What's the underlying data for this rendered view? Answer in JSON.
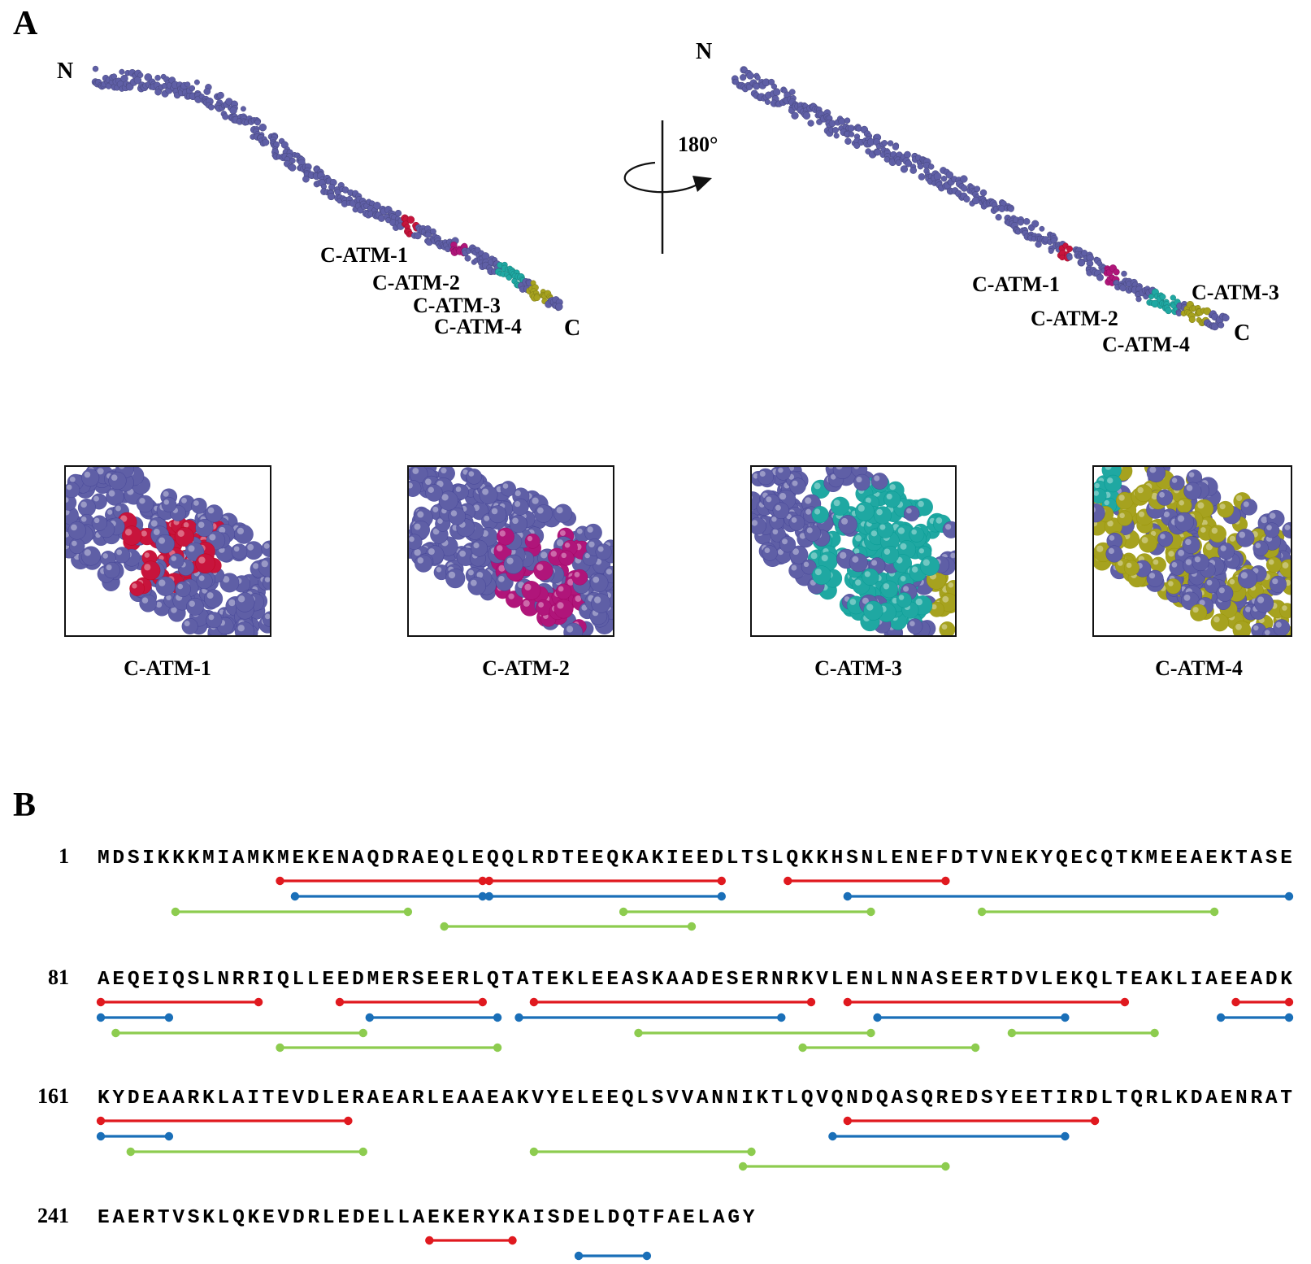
{
  "panelA": {
    "letter": "A",
    "left_view": {
      "n_label": "N",
      "c_label": "C",
      "region_labels": [
        "C-ATM-1",
        "C-ATM-2",
        "C-ATM-3",
        "C-ATM-4"
      ]
    },
    "rotation_label": "180°",
    "right_view": {
      "n_label": "N",
      "c_label": "C",
      "region_labels": [
        "C-ATM-1",
        "C-ATM-2",
        "C-ATM-3",
        "C-ATM-4"
      ]
    },
    "insets": [
      {
        "caption": "C-ATM-1",
        "highlight_color": "#c8143c"
      },
      {
        "caption": "C-ATM-2",
        "highlight_color": "#b0157a"
      },
      {
        "caption": "C-ATM-3",
        "highlight_color": "#1fa8a2"
      },
      {
        "caption": "C-ATM-4",
        "highlight_color": "#a6a21f"
      }
    ],
    "colors": {
      "backbone": "#5f5fa6",
      "c_atm_1": "#c8143c",
      "c_atm_2": "#b0157a",
      "c_atm_3": "#1fa8a2",
      "c_atm_4": "#a6a21f"
    }
  },
  "panelB": {
    "letter": "B",
    "line_colors": {
      "red": "#e0191f",
      "blue": "#1a6fb8",
      "green": "#8dcc4f"
    },
    "rows": [
      {
        "number": "1",
        "sequence": "MDSIKKKMIAMKMEKENAQDRAEQLEQQLRDTEEQKAKIEEDLTSLQKKHSNLENEFDTVNEKYQECQTKMEEAEKTASE",
        "segments": [
          {
            "color": "red",
            "lane": 0,
            "start": 13,
            "end": 26
          },
          {
            "color": "red",
            "lane": 0,
            "start": 27,
            "end": 42
          },
          {
            "color": "red",
            "lane": 0,
            "start": 47,
            "end": 57
          },
          {
            "color": "blue",
            "lane": 1,
            "start": 14,
            "end": 26
          },
          {
            "color": "blue",
            "lane": 1,
            "start": 27,
            "end": 42
          },
          {
            "color": "blue",
            "lane": 1,
            "start": 51,
            "end": 80
          },
          {
            "color": "green",
            "lane": 2,
            "start": 6,
            "end": 21
          },
          {
            "color": "green",
            "lane": 2,
            "start": 36,
            "end": 52
          },
          {
            "color": "green",
            "lane": 2,
            "start": 60,
            "end": 75
          },
          {
            "color": "green",
            "lane": 3,
            "start": 24,
            "end": 40
          }
        ]
      },
      {
        "number": "81",
        "sequence": "AEQEIQSLNRRIQLLEEDMERSEERLQTATEKLEEASKAADESERNRKVLENLNNASEERTDVLEKQLTEAKLIAEEADK",
        "segments": [
          {
            "color": "red",
            "lane": 0,
            "start": 1,
            "end": 11
          },
          {
            "color": "red",
            "lane": 0,
            "start": 17,
            "end": 26
          },
          {
            "color": "red",
            "lane": 0,
            "start": 30,
            "end": 48
          },
          {
            "color": "red",
            "lane": 0,
            "start": 51,
            "end": 69
          },
          {
            "color": "red",
            "lane": 0,
            "start": 77,
            "end": 80
          },
          {
            "color": "blue",
            "lane": 1,
            "start": 1,
            "end": 5
          },
          {
            "color": "blue",
            "lane": 1,
            "start": 19,
            "end": 27
          },
          {
            "color": "blue",
            "lane": 1,
            "start": 29,
            "end": 46
          },
          {
            "color": "blue",
            "lane": 1,
            "start": 53,
            "end": 65
          },
          {
            "color": "blue",
            "lane": 1,
            "start": 76,
            "end": 80
          },
          {
            "color": "green",
            "lane": 2,
            "start": 2,
            "end": 18
          },
          {
            "color": "green",
            "lane": 2,
            "start": 37,
            "end": 52
          },
          {
            "color": "green",
            "lane": 2,
            "start": 62,
            "end": 71
          },
          {
            "color": "green",
            "lane": 3,
            "start": 13,
            "end": 27
          },
          {
            "color": "green",
            "lane": 3,
            "start": 48,
            "end": 59
          }
        ]
      },
      {
        "number": "161",
        "sequence": "KYDEAARKLAITEVDLERAEARLEAAEAKVYELEEQLSVVANNIKTLQVQNDQASQREDSYEETIRDLTQRLKDAENRAT",
        "segments": [
          {
            "color": "red",
            "lane": 0,
            "start": 1,
            "end": 17
          },
          {
            "color": "red",
            "lane": 0,
            "start": 51,
            "end": 67
          },
          {
            "color": "blue",
            "lane": 1,
            "start": 1,
            "end": 5
          },
          {
            "color": "blue",
            "lane": 1,
            "start": 50,
            "end": 65
          },
          {
            "color": "green",
            "lane": 2,
            "start": 3,
            "end": 18
          },
          {
            "color": "green",
            "lane": 2,
            "start": 30,
            "end": 44
          },
          {
            "color": "green",
            "lane": 3,
            "start": 44,
            "end": 57
          }
        ]
      },
      {
        "number": "241",
        "sequence": "EAERTVSKLQKEVDRLEDELLAEKERYKAISDELDQTFAELAGY",
        "segments": [
          {
            "color": "red",
            "lane": 0,
            "start": 23,
            "end": 28
          },
          {
            "color": "blue",
            "lane": 1,
            "start": 33,
            "end": 37
          },
          {
            "color": "green",
            "lane": 2,
            "start": 18,
            "end": 33
          }
        ]
      }
    ]
  }
}
